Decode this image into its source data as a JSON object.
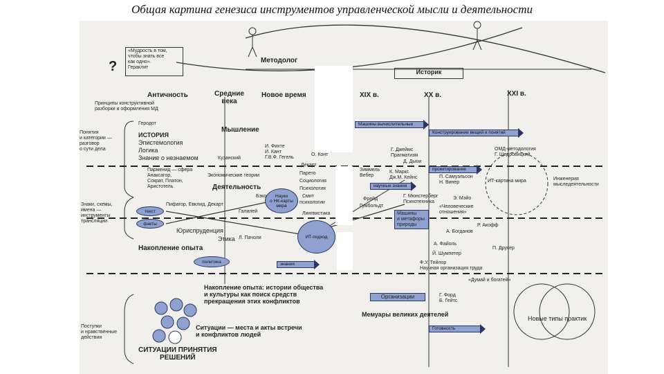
{
  "title": "Общая картина генезиса инструментов управленческой мысли и деятельности",
  "roles": {
    "methodologist": "Методолог",
    "historian": "Историк"
  },
  "quote": "«Мудрость в том,\nчтобы знать все\nкак одно».\nГераклит",
  "question_mark": "?",
  "eras": {
    "antiquity": "Античность",
    "middle_ages": "Средние\nвека",
    "new_time": "Новое время",
    "c19": "XIX в.",
    "c20": "XX в.",
    "c21": "XXI в."
  },
  "left": {
    "principles": "Принципы конструктивной\nразборки и оформления МД",
    "notions": "Понятия\nи категории —\nразговор\nо сути дела",
    "signs": "Знаки, схемы,\nимена —\nинструменты\nтрансляции",
    "acts": "Поступки\nи нравственные\nдействия"
  },
  "history": {
    "herodotus": "Геродот",
    "title": "ИСТОРИЯ",
    "items": [
      "Эпистемология",
      "Логика",
      "Знание о незнаемом"
    ]
  },
  "thinking": "Мышление",
  "activity": "Деятельность",
  "experience": "Накопление опыта",
  "thinkers": {
    "kuzansky": "Кузанский",
    "fichte": "И. Фихте\nИ. Кант\nГ.В.Ф. Гегель",
    "comte": "О. Конт",
    "descartes": "Декарт",
    "parmenides": "Парменид — сфера\nАнаксагор,\nСократ, Платон,\nАристотель",
    "economic": "Экономические теории",
    "bacon": "Бэкон",
    "pythagoras": "Пифагор, Евклид, Декарт",
    "galileo": "Галилей",
    "pareto": "Парето",
    "sociology": "Социология",
    "psychology": "Психология",
    "smith": "Смит",
    "psychology2": "психологии",
    "linguistics": "Лингвистика",
    "law": "Юриспруденция",
    "ethics": "Этика",
    "pacholi": "Л. Пачоли"
  },
  "ovals": {
    "science": "Науки\nо НК-карты\nмира",
    "it": "ИТ-подход",
    "text": "текст",
    "fact": "факты",
    "political": "политика"
  },
  "right": {
    "machines": "Машины вычислительные",
    "construct": "Конструирование вещей и понятий",
    "james": "Г. Джеймс\nПрагматизм",
    "dewey": "Д. Дьюи",
    "omd": "ОМД-методология\nГ. Щедровицкий",
    "simmel": "Зиммель\nВебер",
    "marx": "К. Маркс\nДж.М. Кейнс",
    "design": "проектирование",
    "samuelson": "П. Самуэльсон\nН. Винер",
    "it_map": "ИТ-картина мира",
    "engineering": "Инженерия\nмыследеятельности",
    "sci_know": "научные знания",
    "freud": "Фрейд",
    "humboldt": "Гумбольдт",
    "munsterberg": "Г. Мюнстерберг\nПсихотехника",
    "mayo": "Э. Мэйо",
    "human_rel": "«Человеческие\nотношения»",
    "machines_metaphor": "Машины\nи метафоры\nприроды",
    "bogdanov": "А. Богданов",
    "ackoff": "Р. Акофф",
    "fayol": "А. Файоль",
    "drucker": "П. Друкер",
    "schumpeter": "Й. Шумпетер",
    "taylor": "Ф.У. Тейлор\nНаучная организация труда",
    "rich": "«Думай и богатей»",
    "organizations": "Организации",
    "ford": "Г. Форд\nБ. Гейтс",
    "memoirs": "Мемуары великих деятелей",
    "new_types": "Новые типы практик",
    "ready": "Готовность",
    "knowledge": "знания"
  },
  "bottom": {
    "experience_text": "Накопление опыта: истории общества\nи культуры как поиск средств\nпрекращения этих конфликтов",
    "situations_text": "Ситуации — места и акты встречи\nи конфликтов людей",
    "decisions": "СИТУАЦИИ ПРИНЯТИЯ\nРЕШЕНИЙ"
  },
  "colors": {
    "accent": "#8ea1cf",
    "stroke": "#2a3766",
    "paper": "#f1f0ec"
  }
}
